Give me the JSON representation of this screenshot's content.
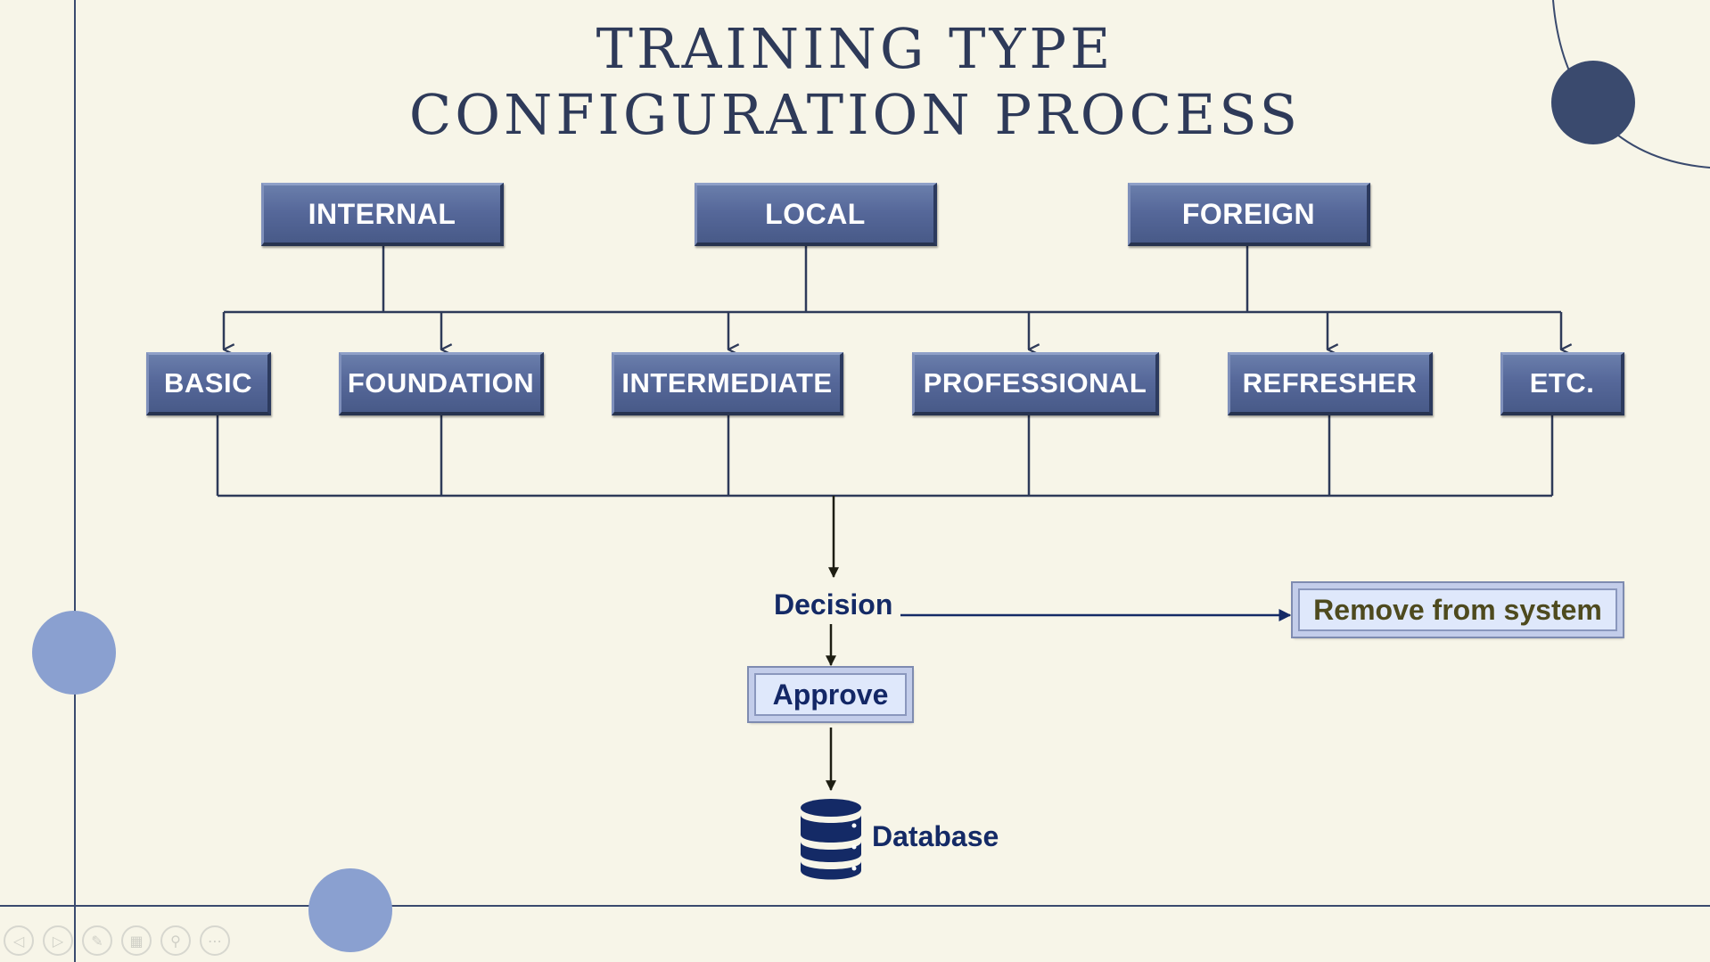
{
  "title": {
    "line1": "TRAINING TYPE",
    "line2": "CONFIGURATION PROCESS"
  },
  "sources": [
    {
      "id": "internal",
      "label": "INTERNAL"
    },
    {
      "id": "local",
      "label": "LOCAL"
    },
    {
      "id": "foreign",
      "label": "FOREIGN"
    }
  ],
  "types": [
    {
      "id": "basic",
      "label": "BASIC"
    },
    {
      "id": "foundation",
      "label": "FOUNDATION"
    },
    {
      "id": "intermediate",
      "label": "INTERMEDIATE"
    },
    {
      "id": "professional",
      "label": "PROFESSIONAL"
    },
    {
      "id": "refresher",
      "label": "REFRESHER"
    },
    {
      "id": "etc",
      "label": "ETC."
    }
  ],
  "flow": {
    "decision": "Decision",
    "approve": "Approve",
    "remove": "Remove from system",
    "database": "Database"
  },
  "colors": {
    "background": "#f7f5e8",
    "accent": "#2e3a59",
    "box": "#56689a",
    "light_circle": "#8aa0d0",
    "dark_circle": "#3a4a6e",
    "text_dark": "#142a66"
  },
  "toolbar": [
    "previous-icon",
    "next-icon",
    "pen-icon",
    "slides-icon",
    "zoom-icon",
    "more-icon"
  ]
}
